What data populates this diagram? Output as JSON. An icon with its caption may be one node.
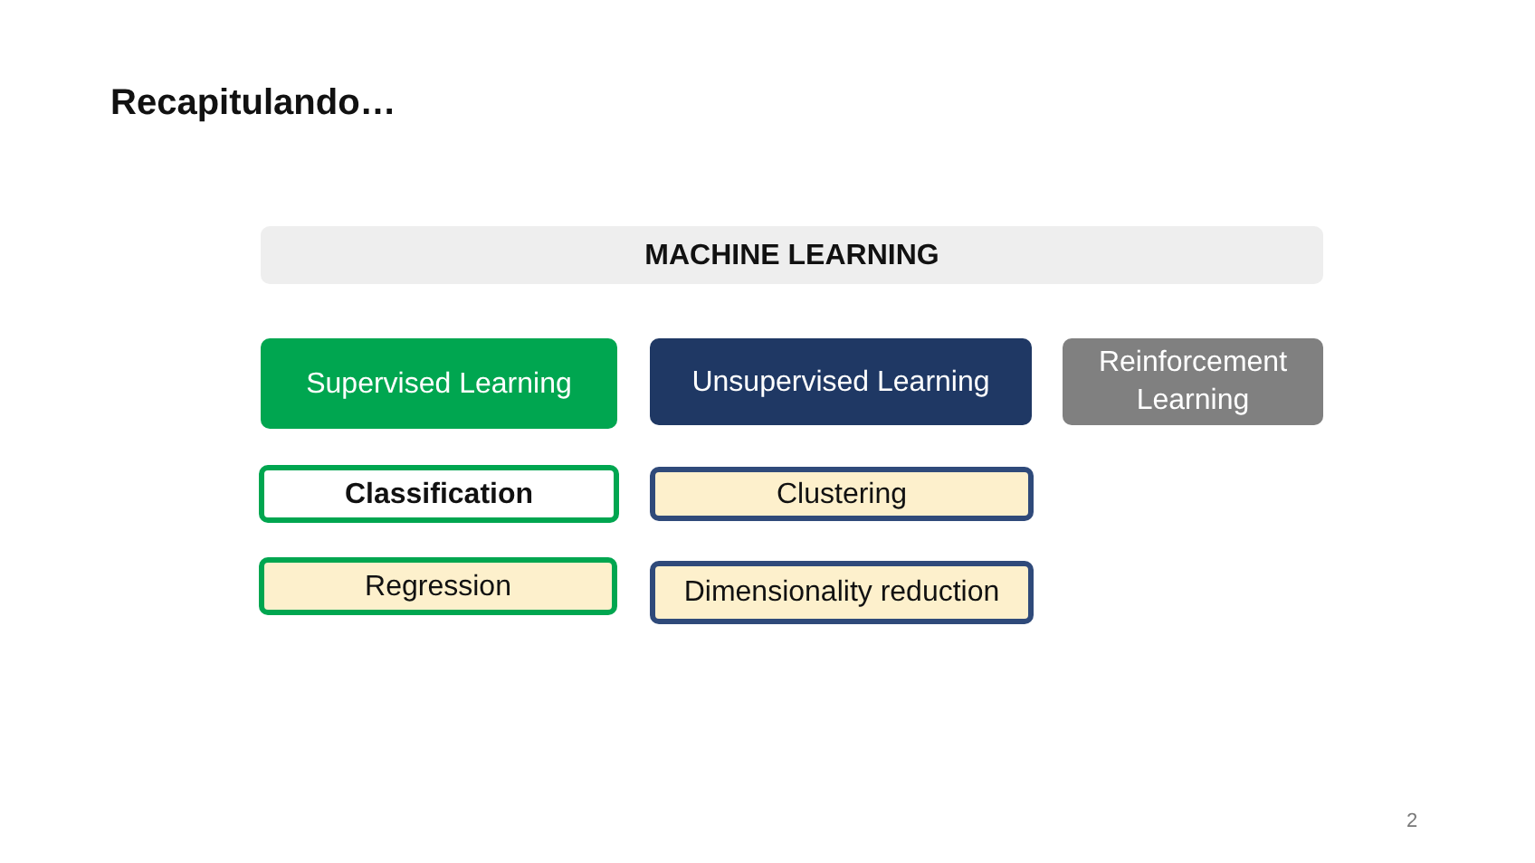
{
  "diagram": {
    "title": "Recapitulando…",
    "nodes": [
      {
        "text": [
          "MACHINE LEARNING"
        ]
      },
      {
        "text": [
          "Supervised Learning"
        ]
      },
      {
        "text": [
          "Unsupervised Learning"
        ]
      },
      {
        "text": [
          "Reinforcement Learning"
        ]
      },
      {
        "text": [
          "Classification"
        ]
      },
      {
        "text": [
          "Clustering"
        ]
      },
      {
        "text": [
          "Regression"
        ]
      },
      {
        "text": [
          "Dimensionality reduction"
        ]
      }
    ],
    "edges": [],
    "labels": [
      "2"
    ]
  }
}
